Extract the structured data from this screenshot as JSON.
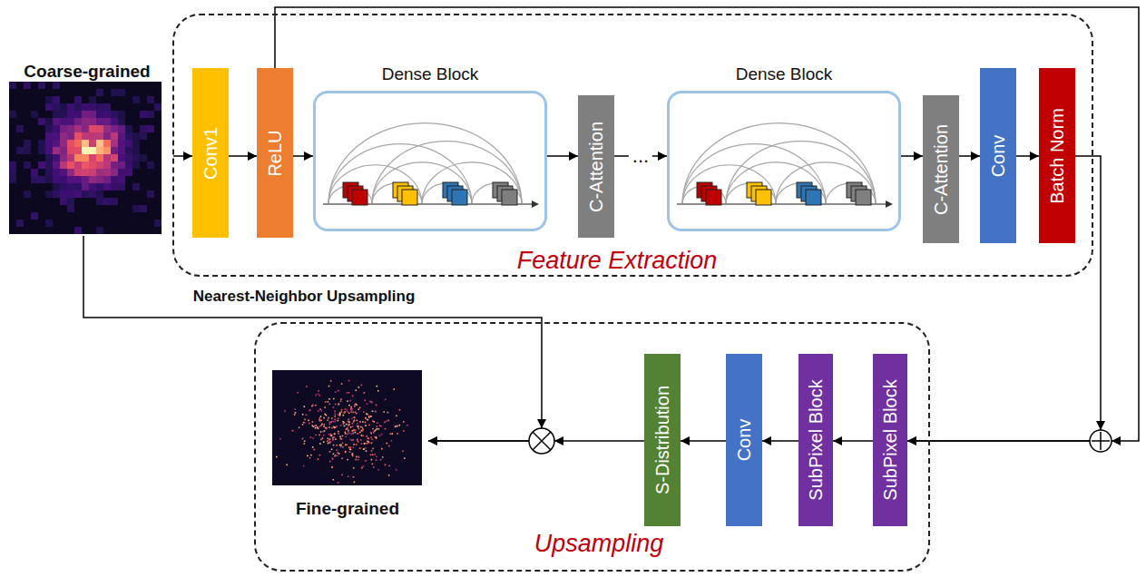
{
  "diagram": {
    "nodes": [
      {
        "text": [
          "Coarse-grained"
        ]
      },
      {
        "text": [
          "Feature Extraction"
        ]
      },
      {
        "text": [
          "Conv1"
        ],
        "in": 1
      },
      {
        "text": [
          "ReLU"
        ],
        "in": 1
      },
      {
        "text": [
          "Dense Block"
        ],
        "in": 1
      },
      {
        "text": [
          "C-Attention"
        ],
        "in": 1
      },
      {
        "text": [
          "Dense Block"
        ],
        "in": 1
      },
      {
        "text": [
          "C-Attention"
        ],
        "in": 1
      },
      {
        "text": [
          "Conv"
        ],
        "in": 1
      },
      {
        "text": [
          "Batch Norm"
        ],
        "in": 1
      },
      {
        "text": [
          "Upsampling"
        ]
      },
      {
        "text": [
          "SubPixel Block"
        ],
        "in": 10
      },
      {
        "text": [
          "SubPixel Block"
        ],
        "in": 10
      },
      {
        "text": [
          "Conv"
        ],
        "in": 10
      },
      {
        "text": [
          "S-Distribution"
        ],
        "in": 10
      },
      {
        "text": [
          "Fine-grained"
        ],
        "in": 10
      }
    ],
    "edges": [
      {
        "from": 0,
        "to": 2,
        "arrow": "to"
      },
      {
        "from": 2,
        "to": 3,
        "arrow": "to"
      },
      {
        "from": 3,
        "to": 4,
        "arrow": "to"
      },
      {
        "from": 4,
        "to": 5,
        "arrow": "to"
      },
      {
        "from": 5,
        "to": 6,
        "arrow": "to",
        "label": "..."
      },
      {
        "from": 6,
        "to": 7,
        "arrow": "to"
      },
      {
        "from": 7,
        "to": 8,
        "arrow": "to"
      },
      {
        "from": 8,
        "to": 9,
        "arrow": "to"
      },
      {
        "from": 9,
        "to": 11,
        "arrow": "to"
      },
      {
        "from": 3,
        "to": 11,
        "arrow": "to"
      },
      {
        "from": 11,
        "to": 12,
        "arrow": "to"
      },
      {
        "from": 12,
        "to": 13,
        "arrow": "to"
      },
      {
        "from": 13,
        "to": 14,
        "arrow": "to"
      },
      {
        "from": 14,
        "to": 15,
        "arrow": "to"
      },
      {
        "from": 0,
        "to": 15,
        "arrow": "to",
        "label": "Nearest-Neighbor Upsampling"
      }
    ]
  }
}
